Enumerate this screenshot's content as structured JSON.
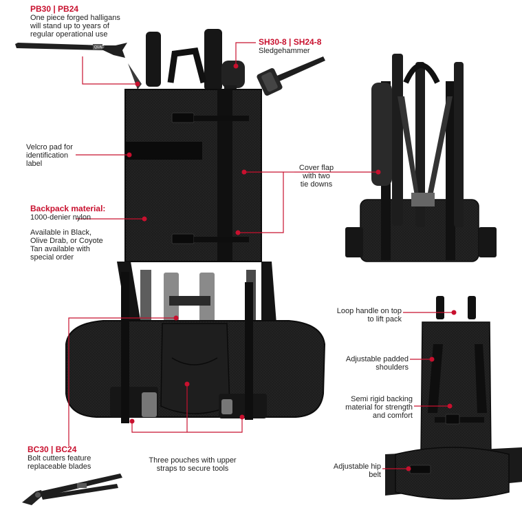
{
  "callouts": {
    "halligan": {
      "title": "PB30 | PB24",
      "desc": [
        "One piece forged halligans",
        "will stand up to years of",
        "regular operational use"
      ]
    },
    "sledge": {
      "title": "SH30-8 | SH24-8",
      "desc": [
        "Sledgehammer"
      ]
    },
    "velcro": {
      "desc": [
        "Velcro pad for",
        "identification",
        "label"
      ]
    },
    "material": {
      "title": "Backpack material:",
      "desc": [
        "1000-denier nylon"
      ],
      "note": [
        "Available in Black,",
        "Olive Drab, or Coyote",
        "Tan available with",
        "special order"
      ]
    },
    "cover": {
      "desc": [
        "Cover flap",
        "with two",
        "tie downs"
      ]
    },
    "bolt": {
      "title": "BC30 | BC24",
      "desc": [
        "Bolt cutters feature",
        "replaceable blades"
      ]
    },
    "pouches": {
      "desc": [
        "Three pouches with upper",
        "straps to secure tools"
      ]
    },
    "loop": {
      "desc": [
        "Loop handle on top",
        "to lift pack"
      ]
    },
    "shoulders": {
      "desc": [
        "Adjustable padded",
        "shoulders"
      ]
    },
    "backing": {
      "desc": [
        "Semi rigid backing",
        "material for strength",
        "and comfort"
      ]
    },
    "hip": {
      "desc": [
        "Adjustable hip",
        "belt"
      ]
    }
  },
  "colors": {
    "accent": "#c8102e",
    "pack": "#1a1a1a",
    "pack_mid": "#262626",
    "strap": "#0d0d0d",
    "metal": "#8a8a8a"
  },
  "logo_text": "QUAD"
}
